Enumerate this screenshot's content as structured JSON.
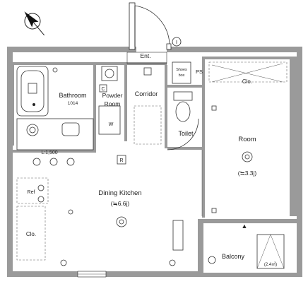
{
  "plan": {
    "rooms": {
      "entrance": "Ent.",
      "shoes_box": "Shoes\nbox",
      "ps": "PS",
      "bathroom": "Bathroom",
      "bathroom_size": "1014",
      "powder_room": "Powder\nRoom",
      "corridor": "Corridor",
      "toilet": "Toilet",
      "room": "Room",
      "room_area": "(≒3.3j)",
      "dining_kitchen": "Dining Kitchen",
      "dk_area": "(≒6.6j)",
      "balcony": "Balcony",
      "balcony_area": "(2.4㎡)",
      "closet_top": "Clo.",
      "closet_left": "Clo."
    },
    "fixture_labels": {
      "kitchen_counter": "L:1,500",
      "refrigerator": "Ref",
      "washer": "W",
      "r_mark": "R",
      "c_mark": "C"
    },
    "markers": {
      "entry_ref": "I",
      "balcony_marker": "▲"
    },
    "compass": {
      "orientation": "north-arrow",
      "rotation_deg": -40
    },
    "colors": {
      "wall_fill": "#9a9a9a",
      "line": "#222222",
      "background": "#ffffff"
    }
  }
}
